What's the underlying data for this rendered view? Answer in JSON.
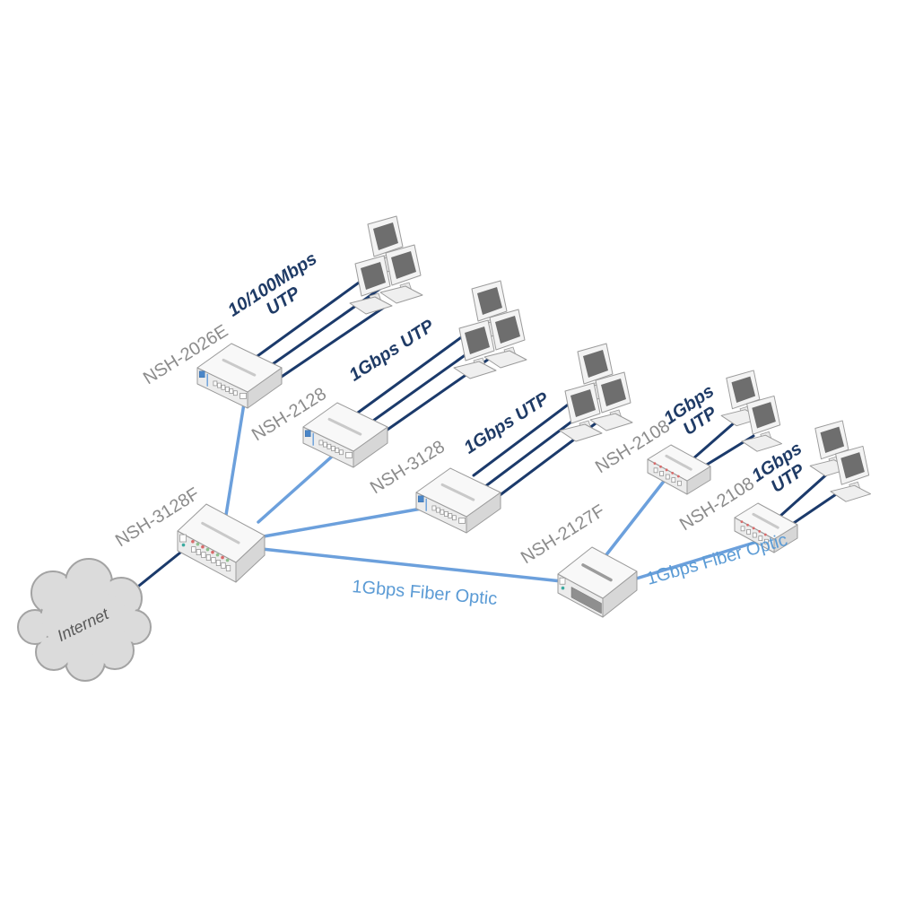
{
  "diagram": {
    "type": "network-topology",
    "nodes": {
      "internet": {
        "label": "Internet",
        "type": "cloud"
      },
      "nsh3128f": {
        "label": "NSH-3128F",
        "type": "core-switch"
      },
      "nsh2026e": {
        "label": "NSH-2026E",
        "type": "switch"
      },
      "nsh2128": {
        "label": "NSH-2128",
        "type": "switch"
      },
      "nsh3128": {
        "label": "NSH-3128",
        "type": "switch"
      },
      "nsh2127f": {
        "label": "NSH-2127F",
        "type": "fiber-switch"
      },
      "nsh2108a": {
        "label": "NSH-2108",
        "type": "small-switch"
      },
      "nsh2108b": {
        "label": "NSH-2108",
        "type": "small-switch"
      },
      "pcs1": {
        "type": "workstation-group",
        "count": 3
      },
      "pcs2": {
        "type": "workstation-group",
        "count": 3
      },
      "pcs3": {
        "type": "workstation-group",
        "count": 3
      },
      "pcs4": {
        "type": "workstation-group",
        "count": 2
      },
      "pcs5": {
        "type": "workstation-group",
        "count": 2
      }
    },
    "link_labels": {
      "utp_2026e_1": "10/100Mbps",
      "utp_2026e_2": "UTP",
      "utp_2128": "1Gbps UTP",
      "utp_3128": "1Gbps UTP",
      "utp_2108a_1": "1Gbps",
      "utp_2108a_2": "UTP",
      "utp_2108b_1": "1Gbps",
      "utp_2108b_2": "UTP",
      "fiber_3128f_2127f": "1Gbps Fiber Optic",
      "fiber_2127f_2108b": "1Gbps Fiber Optic"
    },
    "links": [
      {
        "from": "internet",
        "to": "nsh3128f",
        "medium": "wan",
        "lines": 1
      },
      {
        "from": "nsh3128f",
        "to": "nsh2026e",
        "medium": "fiber",
        "lines": 1
      },
      {
        "from": "nsh3128f",
        "to": "nsh2128",
        "medium": "fiber",
        "lines": 1
      },
      {
        "from": "nsh3128f",
        "to": "nsh3128",
        "medium": "fiber",
        "lines": 1
      },
      {
        "from": "nsh3128f",
        "to": "nsh2127f",
        "medium": "fiber",
        "lines": 1,
        "label": "1Gbps Fiber Optic"
      },
      {
        "from": "nsh2127f",
        "to": "nsh2108a",
        "medium": "fiber",
        "lines": 1
      },
      {
        "from": "nsh2127f",
        "to": "nsh2108b",
        "medium": "fiber",
        "lines": 1,
        "label": "1Gbps Fiber Optic"
      },
      {
        "from": "nsh2026e",
        "to": "pcs1",
        "medium": "utp",
        "lines": 3,
        "label": "10/100Mbps UTP"
      },
      {
        "from": "nsh2128",
        "to": "pcs2",
        "medium": "utp",
        "lines": 3,
        "label": "1Gbps UTP"
      },
      {
        "from": "nsh3128",
        "to": "pcs3",
        "medium": "utp",
        "lines": 3,
        "label": "1Gbps UTP"
      },
      {
        "from": "nsh2108a",
        "to": "pcs4",
        "medium": "utp",
        "lines": 2,
        "label": "1Gbps UTP"
      },
      {
        "from": "nsh2108b",
        "to": "pcs5",
        "medium": "utp",
        "lines": 2,
        "label": "1Gbps UTP"
      }
    ],
    "colors": {
      "utp_line": "#1B3A6B",
      "fiber_line": "#6CA0DC",
      "utp_label": "#1F3B66",
      "fiber_label": "#5B9BD5",
      "device_label": "#8C8C8C",
      "internet_label": "#595959",
      "cloud_fill": "#DBDBDB",
      "background": "#FFFFFF"
    }
  }
}
